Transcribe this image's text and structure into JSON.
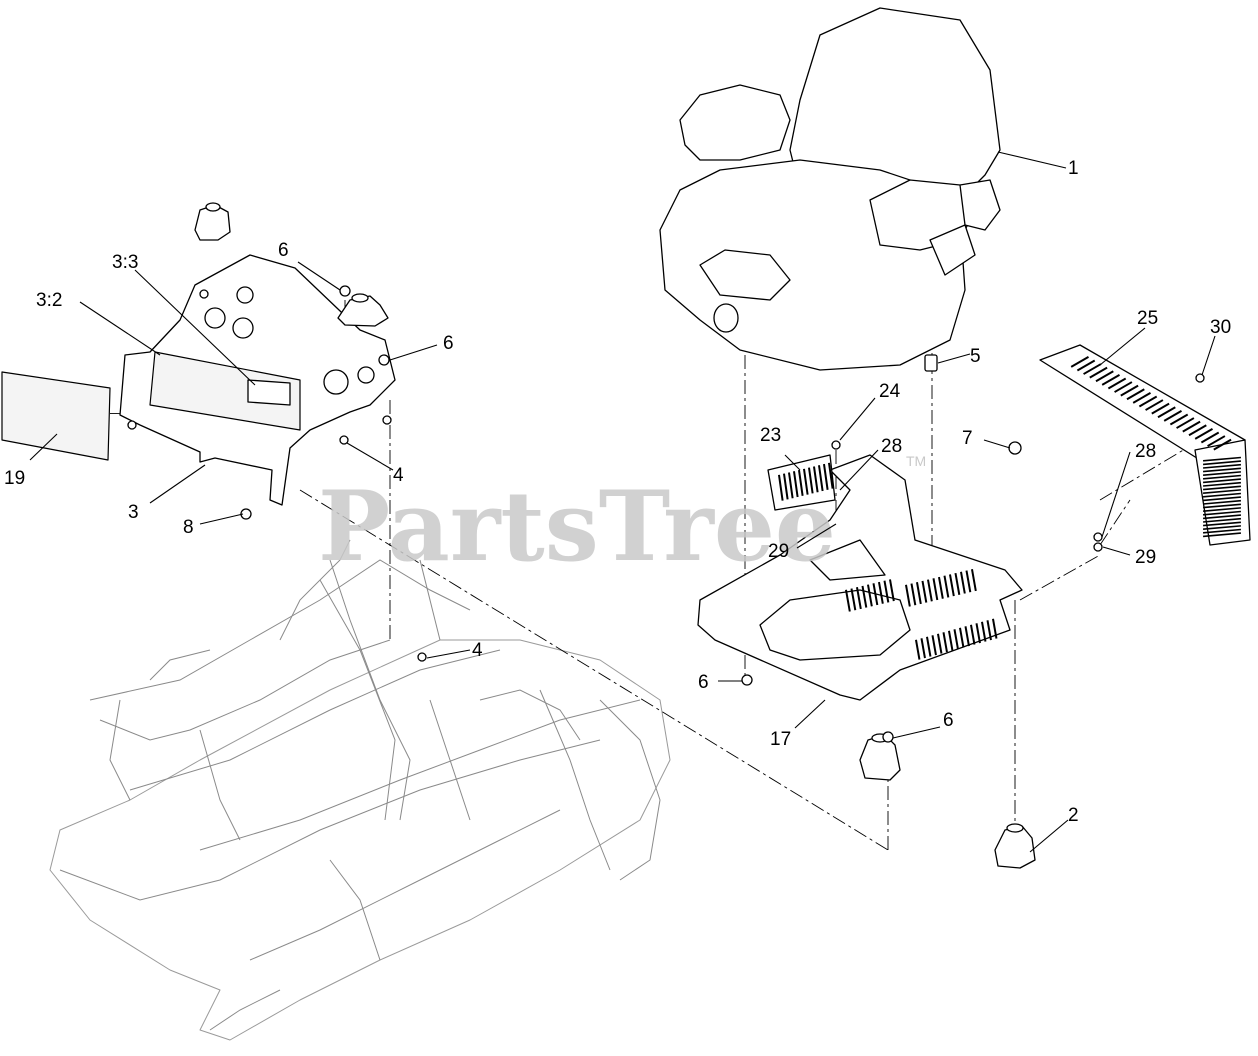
{
  "watermark": {
    "text": "PartsTree",
    "tm": "TM"
  },
  "callouts": [
    {
      "id": "1",
      "text": "1"
    },
    {
      "id": "2",
      "text": "2"
    },
    {
      "id": "3",
      "text": "3"
    },
    {
      "id": "3-2",
      "text": "3:2"
    },
    {
      "id": "3-3",
      "text": "3:3"
    },
    {
      "id": "4a",
      "text": "4"
    },
    {
      "id": "4b",
      "text": "4"
    },
    {
      "id": "5",
      "text": "5"
    },
    {
      "id": "6a",
      "text": "6"
    },
    {
      "id": "6b",
      "text": "6"
    },
    {
      "id": "6c",
      "text": "6"
    },
    {
      "id": "6d",
      "text": "6"
    },
    {
      "id": "7",
      "text": "7"
    },
    {
      "id": "8",
      "text": "8"
    },
    {
      "id": "17",
      "text": "17"
    },
    {
      "id": "19",
      "text": "19"
    },
    {
      "id": "23",
      "text": "23"
    },
    {
      "id": "24",
      "text": "24"
    },
    {
      "id": "25",
      "text": "25"
    },
    {
      "id": "28a",
      "text": "28"
    },
    {
      "id": "28b",
      "text": "28"
    },
    {
      "id": "29a",
      "text": "29"
    },
    {
      "id": "29b",
      "text": "29"
    },
    {
      "id": "30",
      "text": "30"
    }
  ]
}
